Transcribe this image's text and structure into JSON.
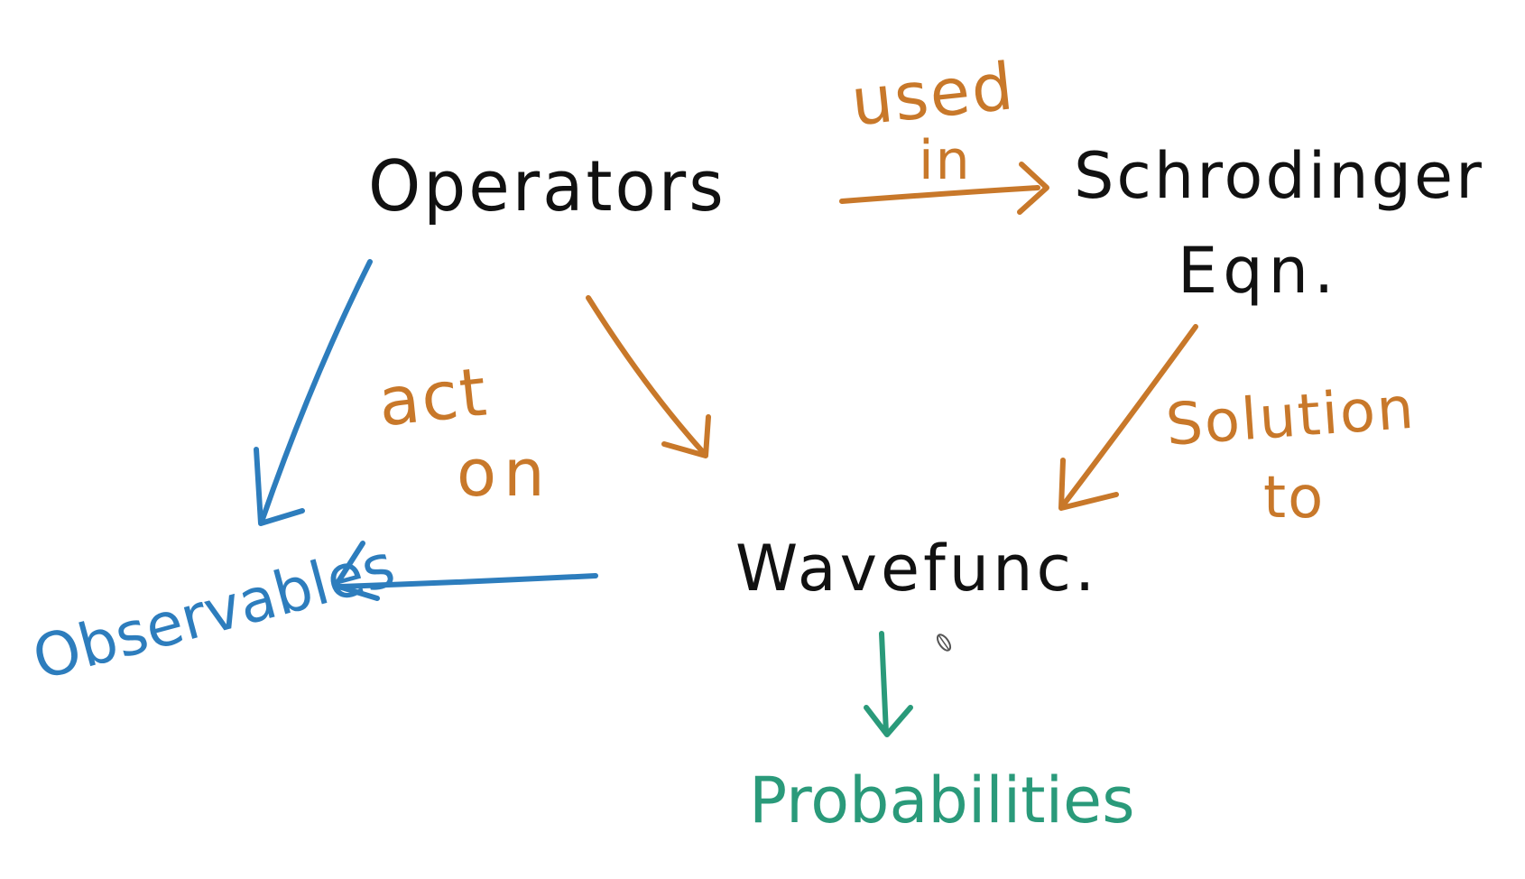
{
  "colors": {
    "background": "#ffffff",
    "node": "#111111",
    "orange": "#c8782a",
    "blue": "#2d7dbd",
    "green": "#2a9a7a"
  },
  "nodes": {
    "operators": "Operators",
    "schrodinger_line1": "Schrodinger",
    "schrodinger_line2": "Eqn.",
    "wavefunc": "Wavefunc.",
    "observables": "Observables",
    "probabilities": "Probabilities"
  },
  "edge_labels": {
    "used_in_line1": "used",
    "used_in_line2": "in",
    "act_on_line1": "act",
    "act_on_line2": "on",
    "solution_to_line1": "Solution",
    "solution_to_line2": "to"
  },
  "edges": [
    {
      "from": "operators",
      "to": "schrodinger",
      "label": "used in",
      "color": "orange"
    },
    {
      "from": "operators",
      "to": "wavefunc",
      "label": "act on",
      "color": "orange"
    },
    {
      "from": "schrodinger",
      "to": "wavefunc",
      "label": "Solution to",
      "color": "orange"
    },
    {
      "from": "operators",
      "to": "observables",
      "label": "",
      "color": "blue"
    },
    {
      "from": "wavefunc",
      "to": "observables",
      "label": "",
      "color": "blue"
    },
    {
      "from": "wavefunc",
      "to": "probabilities",
      "label": "",
      "color": "green"
    }
  ],
  "icons": {
    "cursor": "pen-cursor-icon"
  }
}
